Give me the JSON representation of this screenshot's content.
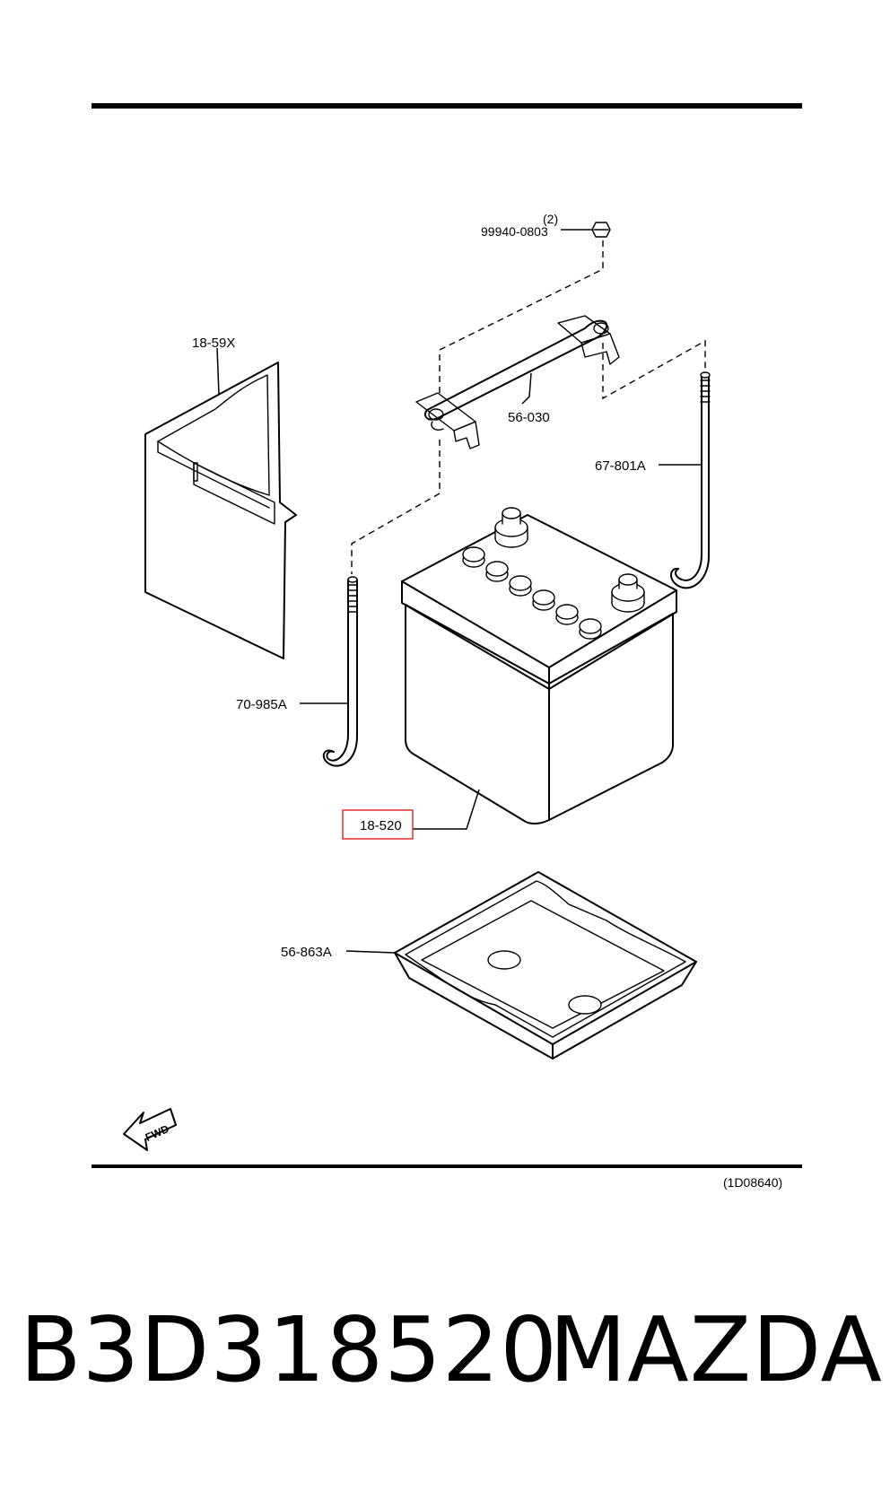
{
  "diagram": {
    "labels": {
      "nut_qty": "(2)",
      "nut": "99940-0803",
      "cover": "18-59X",
      "clamp": "56-030",
      "rod_right": "67-801A",
      "rod_left": "70-985A",
      "battery": "18-520",
      "tray": "56-863A",
      "fwd": "FWD",
      "diagram_code": "(1D08640)"
    },
    "highlight_color": "#e03030"
  },
  "footer": {
    "part_number": "B3D318520",
    "brand": "MAZDA"
  }
}
